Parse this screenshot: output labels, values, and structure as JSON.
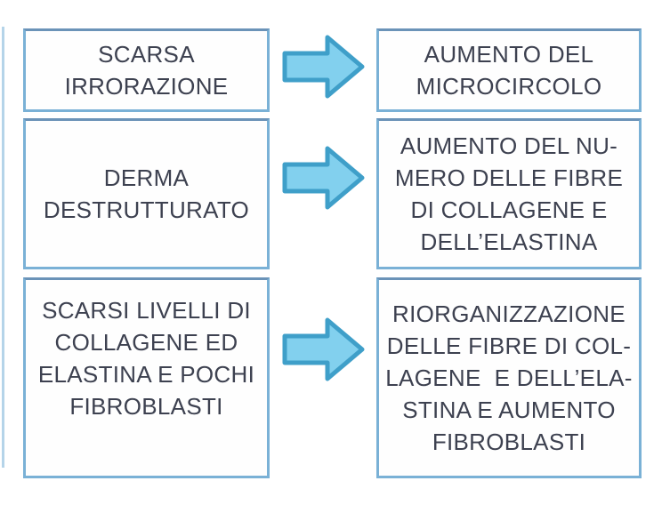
{
  "diagram": {
    "description": "Cause to effect skin-treatment diagram, Italian",
    "rows": [
      {
        "before": "SCARSA\nIRRORAZIONE",
        "after": "AUMENTO DEL\nMICROCIRCOLO"
      },
      {
        "before": "DERMA\nDESTRUTTURATO",
        "after": "AUMENTO DEL NU-\nMERO DELLE FIBRE\nDI COLLAGENE E\nDELL’ELASTINA"
      },
      {
        "before": "SCARSI LIVELLI DI\nCOLLAGENE ED\nELASTINA E POCHI\nFIBROBLASTI",
        "after": "RIORGANIZZAZIONE\nDELLE FIBRE DI COL-\nLAGENE  E DELL’ELA-\nSTINA E AUMENTO\nFIBROBLASTI"
      }
    ],
    "icons": {
      "arrow": "right-block-arrow-icon"
    },
    "colors": {
      "box_border": "#7ab1d6",
      "arrow_fill": "#82d0ee",
      "arrow_stroke": "#3f9fc9",
      "text": "#3d4150",
      "background": "#ffffff"
    }
  }
}
